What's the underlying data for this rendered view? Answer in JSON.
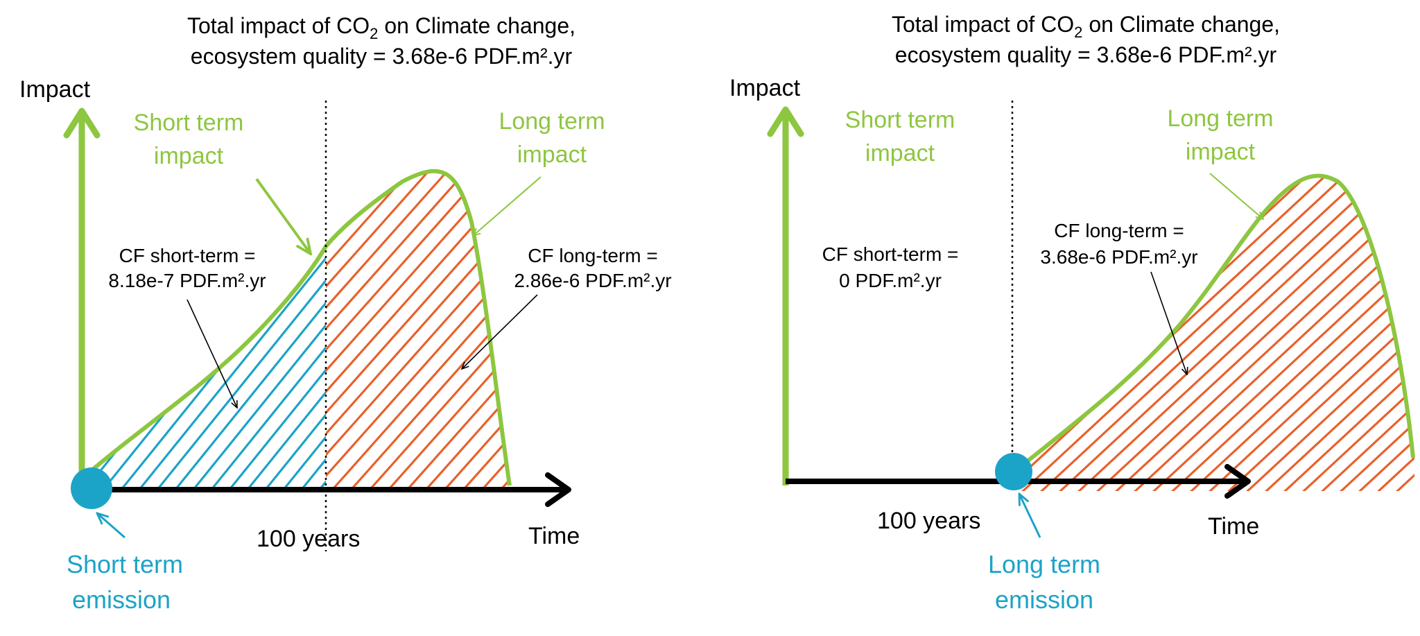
{
  "colors": {
    "green": "#8DC63F",
    "blue": "#1CA3C8",
    "orange": "#E8612C",
    "black": "#000000"
  },
  "panels": [
    {
      "title_line1_pre": "Total impact of CO",
      "title_line1_sub": "2",
      "title_line1_post": " on Climate change,",
      "title_line2": "ecosystem quality = 3.68e-6 PDF.m².yr",
      "y_axis_label": "Impact",
      "x_axis_label": "Time",
      "short_term_label_1": "Short term",
      "short_term_label_2": "impact",
      "long_term_label_1": "Long term",
      "long_term_label_2": "impact",
      "cf_short_1": "CF short-term =",
      "cf_short_2": "8.18e-7 PDF.m².yr",
      "cf_long_1": "CF long-term =",
      "cf_long_2": "2.86e-6 PDF.m².yr",
      "divider_label": "100 years",
      "emission_label_1": "Short term",
      "emission_label_2": "emission"
    },
    {
      "title_line1_pre": "Total impact of CO",
      "title_line1_sub": "2",
      "title_line1_post": " on Climate change,",
      "title_line2": "ecosystem quality = 3.68e-6 PDF.m².yr",
      "y_axis_label": "Impact",
      "x_axis_label": "Time",
      "short_term_label_1": "Short term",
      "short_term_label_2": "impact",
      "long_term_label_1": "Long term",
      "long_term_label_2": "impact",
      "cf_short_1": "CF short-term =",
      "cf_short_2": "0 PDF.m².yr",
      "cf_long_1": "CF long-term =",
      "cf_long_2": "3.68e-6 PDF.m².yr",
      "divider_label": "100 years",
      "emission_label_1": "Long term",
      "emission_label_2": "emission"
    }
  ]
}
